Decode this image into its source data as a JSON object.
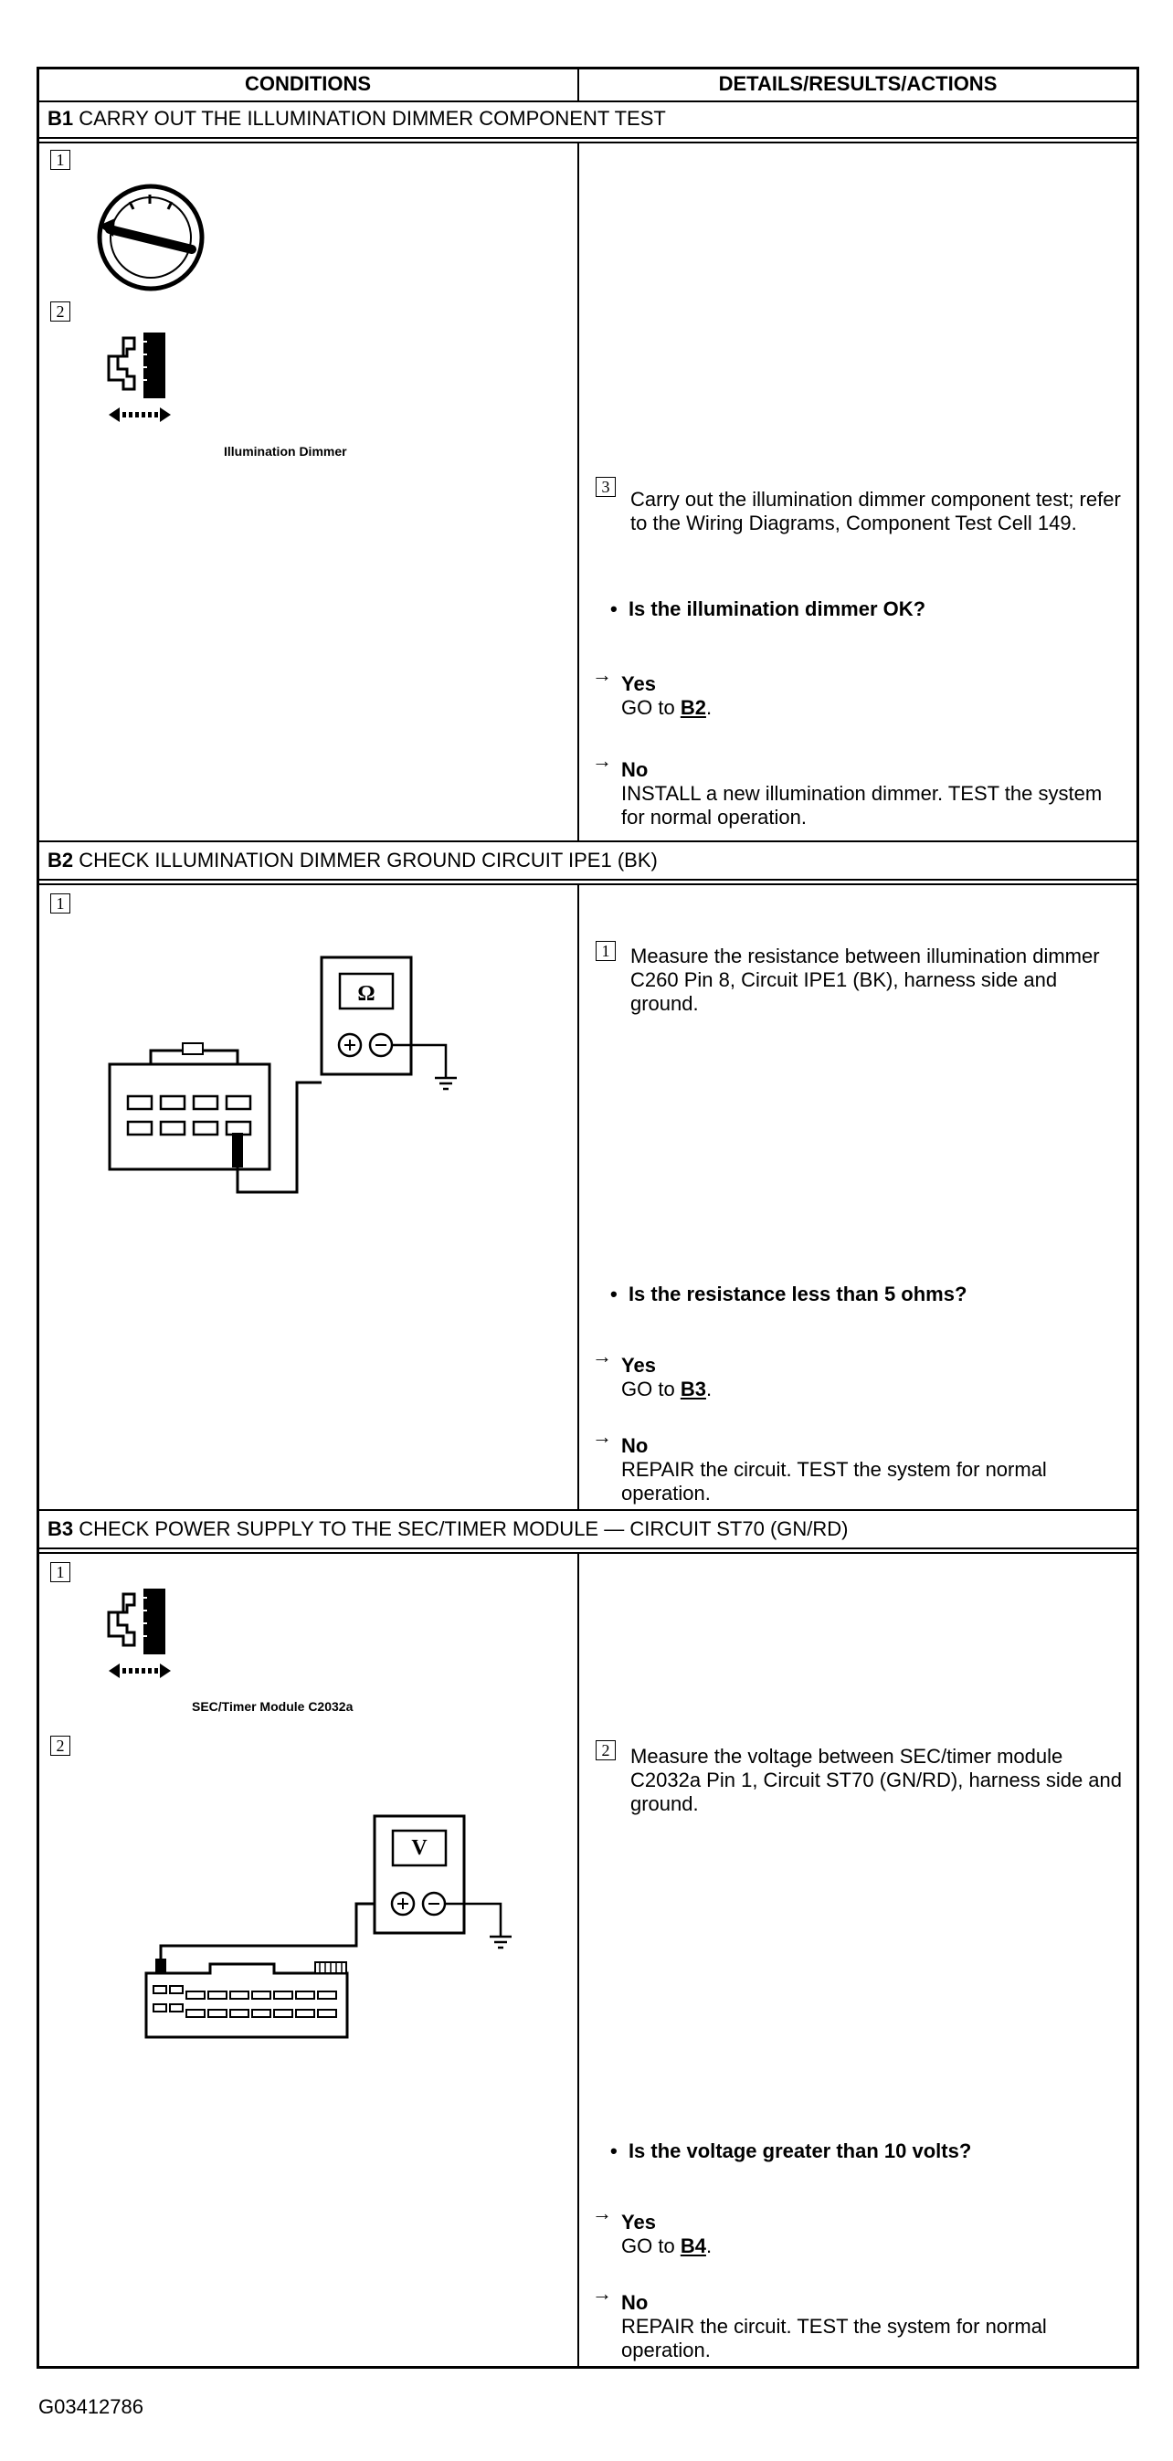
{
  "table": {
    "col_conditions": "CONDITIONS",
    "col_details": "DETAILS/RESULTS/ACTIONS"
  },
  "b1": {
    "code": "B1",
    "title": "CARRY OUT THE ILLUMINATION DIMMER COMPONENT TEST",
    "step1": "1",
    "step2": "2",
    "caption": "Illumination Dimmer",
    "step3": "3",
    "instruction": "Carry out the illumination dimmer component test; refer to the Wiring Diagrams, Component Test Cell 149.",
    "question": "Is the illumination dimmer OK?",
    "yes_label": "Yes",
    "yes_go": "GO to",
    "yes_link": "B2",
    "yes_end": ".",
    "no_label": "No",
    "no_action": "INSTALL a new illumination dimmer. TEST the system for normal operation."
  },
  "b2": {
    "code": "B2",
    "title": "CHECK ILLUMINATION DIMMER GROUND CIRCUIT IPE1 (BK)",
    "step1": "1",
    "meter_symbol": "Ω",
    "instruction_step": "1",
    "instruction": "Measure the resistance between illumination dimmer C260 Pin 8, Circuit IPE1 (BK), harness side and ground.",
    "question": "Is the resistance less than 5 ohms?",
    "yes_label": "Yes",
    "yes_go": "GO to",
    "yes_link": "B3",
    "yes_end": ".",
    "no_label": "No",
    "no_action": "REPAIR the circuit. TEST the system for normal operation."
  },
  "b3": {
    "code": "B3",
    "title": "CHECK POWER SUPPLY TO THE SEC/TIMER MODULE — CIRCUIT ST70 (GN/RD)",
    "step1": "1",
    "caption": "SEC/Timer Module C2032a",
    "step2": "2",
    "meter_symbol": "V",
    "instruction_step": "2",
    "instruction": "Measure the voltage between SEC/timer module C2032a Pin 1, Circuit ST70 (GN/RD), harness side and ground.",
    "question": "Is the voltage greater than 10 volts?",
    "yes_label": "Yes",
    "yes_go": "GO to",
    "yes_link": "B4",
    "yes_end": ".",
    "no_label": "No",
    "no_action": "REPAIR the circuit. TEST the system for normal operation."
  },
  "figure_id": "G03412786"
}
